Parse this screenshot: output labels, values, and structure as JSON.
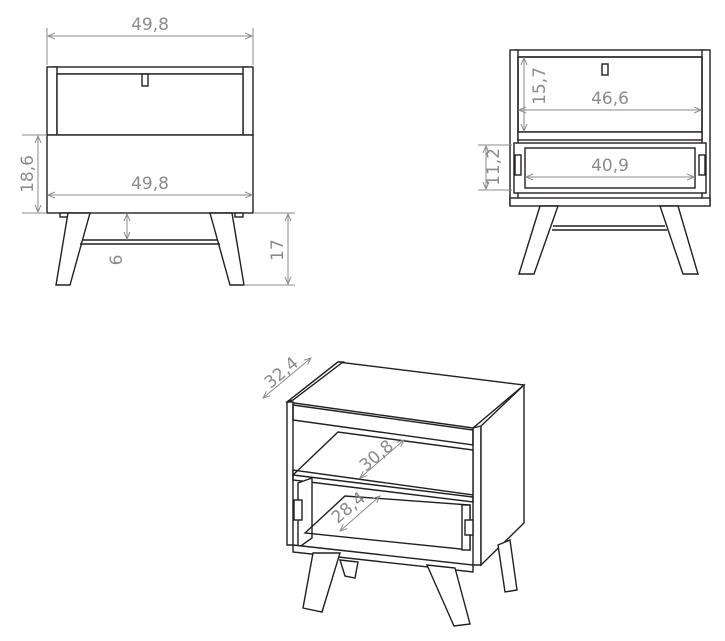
{
  "front_view": {
    "overall_width": "49,8",
    "body_height": "18,6",
    "body_width": "49,8",
    "stretcher_height": "6",
    "leg_height": "17"
  },
  "open_view": {
    "shelf_height": "15,7",
    "inner_width": "46,6",
    "drawer_height": "11,2",
    "drawer_width": "40,9"
  },
  "iso_view": {
    "depth": "32,4",
    "shelf_depth": "30,8",
    "drawer_depth": "28,4"
  },
  "colors": {
    "line": "#231f20",
    "dimension": "#8a8c8e"
  }
}
